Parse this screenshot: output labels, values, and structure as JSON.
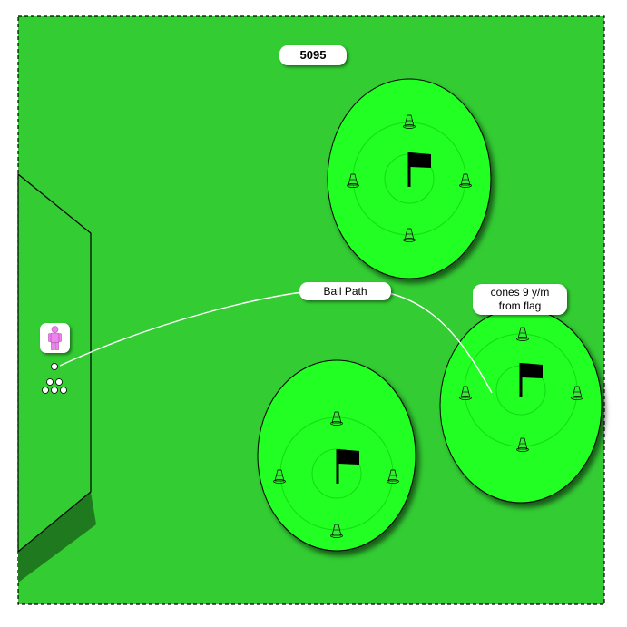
{
  "title": "5095",
  "labels": {
    "ball_path": "Ball Path",
    "cones_line1": "cones 9 y/m",
    "cones_line2": "from flag"
  },
  "colors": {
    "field": "#33cc33",
    "green": "#22ff22",
    "tee_box": "#33cc33",
    "tee_shadow": "#1f7a1f",
    "golfer": "#ee82ee",
    "flag": "#000000"
  },
  "icons": [
    "flag-icon",
    "cone-icon",
    "golfer-icon",
    "ball-icon"
  ]
}
